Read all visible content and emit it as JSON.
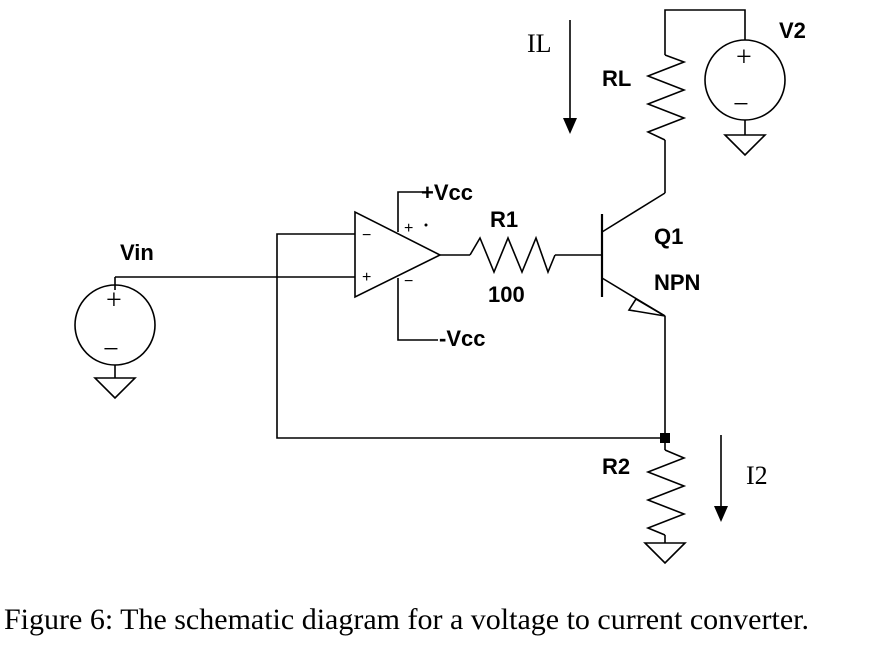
{
  "labels": {
    "vin": "Vin",
    "plus_vcc": "+Vcc",
    "minus_vcc": "-Vcc",
    "r1": "R1",
    "r1_value": "100",
    "q1": "Q1",
    "q1_type": "NPN",
    "rl": "RL",
    "v2": "V2",
    "r2": "R2",
    "il": "IL",
    "i2": "I2",
    "opamp_inv": "−",
    "opamp_noninv": "+",
    "opamp_vplus": "+",
    "opamp_vminus": "−",
    "source_plus": "+",
    "source_minus": "−"
  },
  "caption": "Figure 6: The schematic diagram for a voltage to current converter."
}
